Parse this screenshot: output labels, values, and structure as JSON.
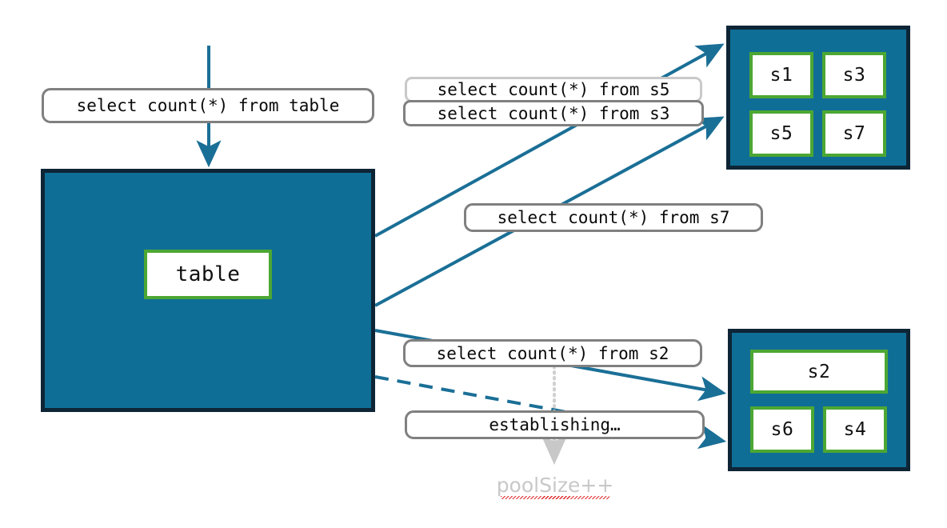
{
  "diagram": {
    "title": "connection-pool-query-routing",
    "colors": {
      "pool_fill": "#0f6e96",
      "pool_border": "#0d2535",
      "cell_border": "#4ca733",
      "cell_fill": "#ffffff",
      "arrow": "#1a6f96",
      "chip_border": "#808080",
      "chip_border_light": "#c9c9c9",
      "ghost_text": "#c8c8c8",
      "squiggle": "#e02b2b"
    }
  },
  "table_pool": {
    "name": "table-pool",
    "cell_label": "table"
  },
  "pool_top": {
    "name": "shard-pool-top",
    "cells": [
      {
        "label": "s1"
      },
      {
        "label": "s3"
      },
      {
        "label": "s5"
      },
      {
        "label": "s7"
      }
    ]
  },
  "pool_bottom": {
    "name": "shard-pool-bottom",
    "cells": [
      {
        "label": "s2"
      },
      {
        "label": "s6"
      },
      {
        "label": "s4"
      }
    ]
  },
  "chips": {
    "table_query": "select count(*) from table",
    "s5_query": "select count(*) from s5",
    "s3_query": "select count(*) from s3",
    "s7_query": "select count(*) from s7",
    "s2_query": "select count(*) from s2",
    "establishing": "establishing…"
  },
  "annotations": {
    "pool_size": "poolSize++"
  },
  "edges": [
    {
      "name": "entry-arrow",
      "style": "solid",
      "from": "top",
      "to": "table-pool"
    },
    {
      "name": "edge-to-s1-row",
      "style": "solid",
      "from": "table-pool",
      "to": "shard-pool-top"
    },
    {
      "name": "edge-to-s5-row",
      "style": "solid",
      "from": "table-pool",
      "to": "shard-pool-top"
    },
    {
      "name": "edge-to-s2",
      "style": "solid",
      "from": "table-pool",
      "to": "shard-pool-bottom"
    },
    {
      "name": "edge-establishing",
      "style": "dashed",
      "from": "table-pool",
      "to": "shard-pool-bottom"
    },
    {
      "name": "edge-poolsize",
      "style": "dotted",
      "from": "chip-s2",
      "to": "poolsize-label"
    }
  ]
}
